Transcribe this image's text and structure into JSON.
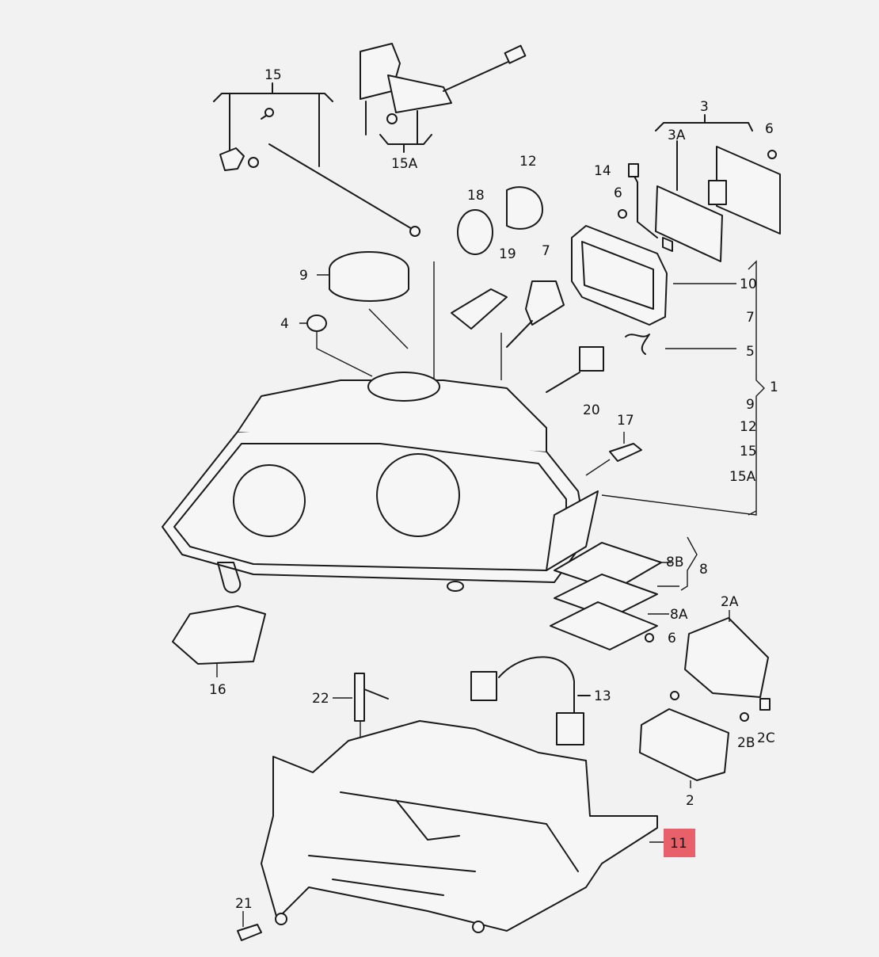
{
  "diagram": {
    "labels": {
      "l15_top": "15",
      "l15a_top": "15A",
      "l3": "3",
      "l3a": "3A",
      "l6_a": "6",
      "l14": "14",
      "l6_b": "6",
      "l12": "12",
      "l18": "18",
      "l9": "9",
      "l19": "19",
      "l7": "7",
      "l10": "10",
      "l7_list": "7",
      "l4": "4",
      "l5": "5",
      "l1": "1",
      "l9_list": "9",
      "l12_list": "12",
      "l15_list": "15",
      "l15a_list": "15A",
      "l20": "20",
      "l17": "17",
      "l8b": "8B",
      "l8": "8",
      "l8a": "8A",
      "l6_c": "6",
      "l2a": "2A",
      "l16": "16",
      "l22": "22",
      "l13": "13",
      "l2b": "2B",
      "l2c": "2C",
      "l2": "2",
      "l11": "11",
      "l21": "21"
    },
    "highlight_color": "#e8606a"
  }
}
